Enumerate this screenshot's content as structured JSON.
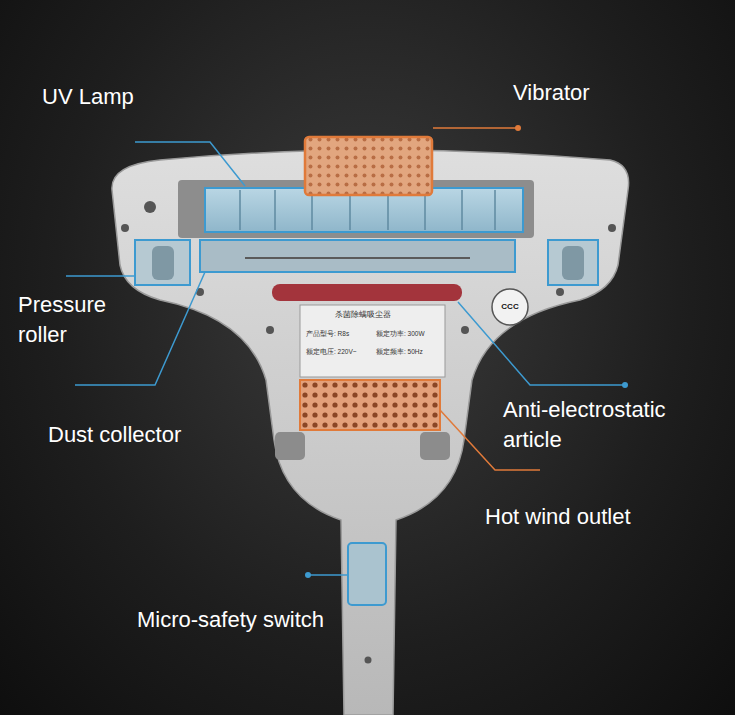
{
  "diagram": {
    "labels": [
      "UV Lamp",
      "Vibrator",
      "Pressure roller",
      "Dust collector",
      "Anti-electrostatic article",
      "Hot wind outlet",
      "Micro-safety switch",
      "杀菌除螨吸尘器",
      "产品型号: R8s",
      "额定功率: 300W",
      "额定电压: 220V~",
      "额定频率: 50Hz",
      "CCC"
    ]
  }
}
